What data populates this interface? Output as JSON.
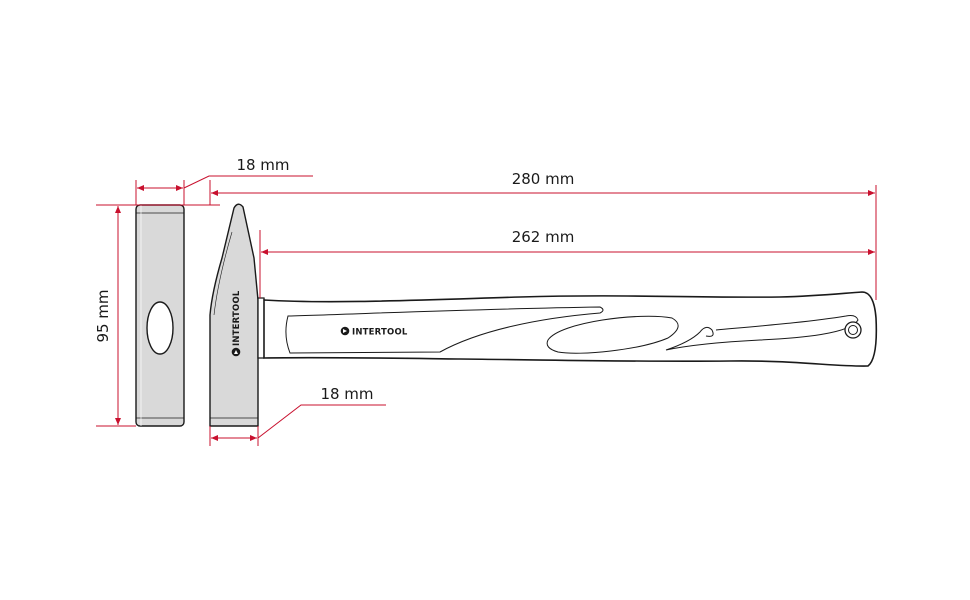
{
  "dimensions": {
    "head_width_top": "18 mm",
    "overall_length": "280 mm",
    "handle_length": "262 mm",
    "head_height": "95 mm",
    "peen_width_bottom": "18 mm"
  },
  "brand": {
    "name": "INTERTOOL",
    "logo_icon": "intertool-logo-icon"
  },
  "colors": {
    "dimension_line": "#c8102e",
    "outline": "#1a1a1a",
    "metal_fill": "#d9d9d9"
  }
}
